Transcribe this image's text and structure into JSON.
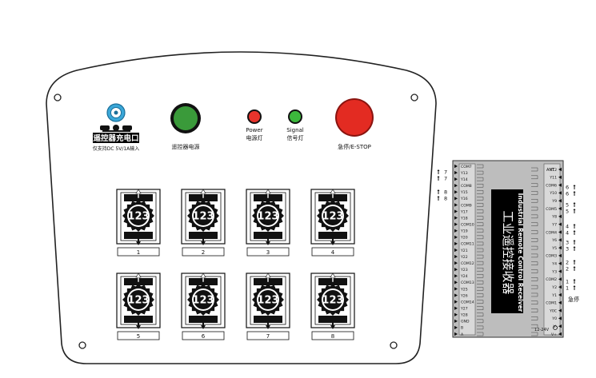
{
  "panel": {
    "charge_port_label": "遥控器充电口",
    "charge_port_note": "仅支持DC 5V/1A输入",
    "power_switch_label": "遥控器电源",
    "power_light_label_en": "Power",
    "power_light_label_cn": "电源灯",
    "signal_light_label_en": "Signal",
    "signal_light_label_cn": "信号灯",
    "estop_label": "急停/E-STOP",
    "switch_display": "123",
    "switch_labels": [
      "1",
      "2",
      "3",
      "4",
      "5",
      "6",
      "7",
      "8"
    ]
  },
  "receiver": {
    "title_en": "Industrial Remote Control Receiver",
    "title_cn": "工业遥控接收器",
    "ant_label": "ANT",
    "left_terminals": [
      "COM7",
      "Y13",
      "Y14",
      "COM8",
      "Y15",
      "Y16",
      "COM9",
      "Y17",
      "Y18",
      "COM10",
      "Y19",
      "Y20",
      "COM11",
      "Y21",
      "Y22",
      "COM12",
      "Y23",
      "Y24",
      "COM13",
      "Y25",
      "Y26",
      "COM14",
      "Y27",
      "Y28",
      "GND",
      "B",
      "A"
    ],
    "right_terminals": [
      "Y12",
      "Y11",
      "COM6",
      "Y10",
      "Y9",
      "COM5",
      "Y8",
      "Y7",
      "COM4",
      "Y6",
      "Y5",
      "COM3",
      "Y4",
      "Y3",
      "COM2",
      "Y2",
      "Y1",
      "COM1",
      "Y0C",
      "Y0",
      "V-",
      "V+"
    ],
    "left_markers": [
      "7",
      "7",
      "8",
      "8"
    ],
    "right_markers": [
      "6",
      "6",
      "5",
      "5",
      "4",
      "4",
      "3",
      "3",
      "2",
      "2",
      "1",
      "1"
    ],
    "estop_text": "急停",
    "power_note": "12-24V"
  },
  "colors": {
    "power_switch": "#3a9a3a",
    "power_light": "#e8342c",
    "signal_light": "#3cb83c",
    "estop": "#e32b22",
    "charge_port": "#3aa7d8",
    "receiver_body": "#8a8a8a",
    "receiver_window": "#000000"
  }
}
